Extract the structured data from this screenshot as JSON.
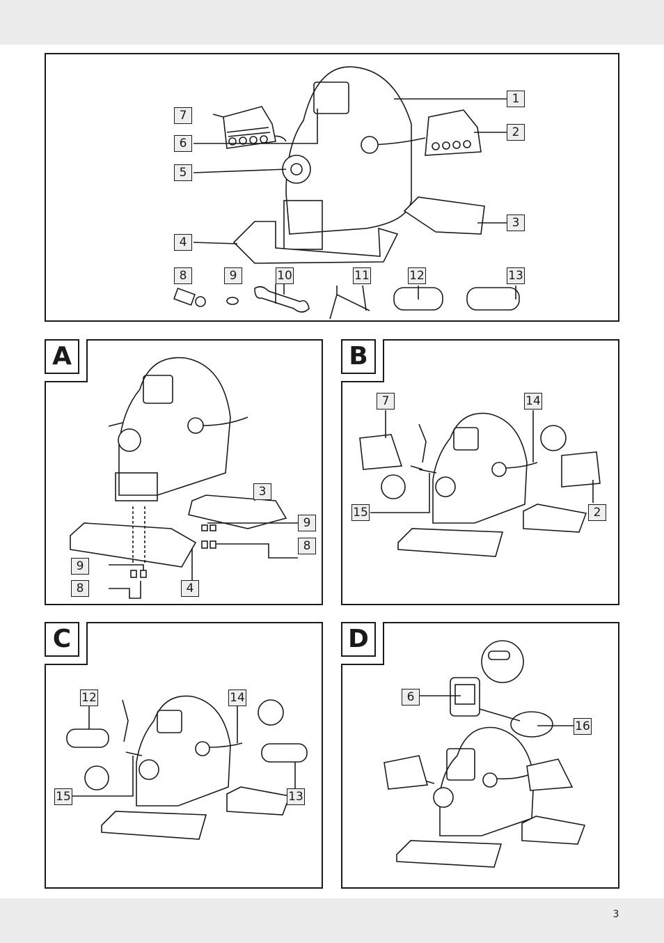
{
  "page_number": "3",
  "overview": {
    "labels": [
      "1",
      "2",
      "3",
      "4",
      "5",
      "6",
      "7",
      "8",
      "9",
      "10",
      "11",
      "12",
      "13"
    ]
  },
  "step_a": {
    "tab": "A",
    "labels": [
      "3",
      "9",
      "8",
      "9",
      "8",
      "4"
    ]
  },
  "step_b": {
    "tab": "B",
    "labels": [
      "7",
      "14",
      "15",
      "2"
    ]
  },
  "step_c": {
    "tab": "C",
    "labels": [
      "12",
      "14",
      "15",
      "13"
    ]
  },
  "step_d": {
    "tab": "D",
    "labels": [
      "6",
      "16"
    ]
  }
}
